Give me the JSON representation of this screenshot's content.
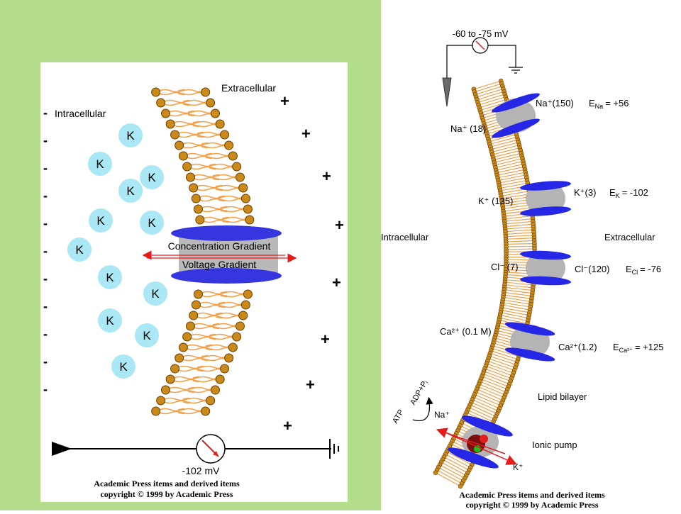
{
  "left": {
    "intracellular": "Intracellular",
    "extracellular": "Extracellular",
    "ion": "K",
    "concentration_gradient": "Concentration Gradient",
    "voltage_gradient": "Voltage Gradient",
    "voltage": "-102 mV",
    "credit_line1": "Academic Press items and derived items",
    "credit_line2": "copyright © 1999 by Academic Press",
    "minus": "-",
    "plus": "+"
  },
  "right": {
    "meter": "-60 to -75 mV",
    "intracellular": "Intracellular",
    "extracellular": "Extracellular",
    "na_out": "Na⁺(150)",
    "na_eq": "E",
    "na_eq_sub": "Na",
    "na_eq_val": "= +56",
    "na_in": "Na⁺ (18)",
    "k_out": "K⁺(3)",
    "k_eq": "E",
    "k_eq_sub": "K",
    "k_eq_val": "= -102",
    "k_in": "K⁺ (135)",
    "cl_out": "Cl⁻(120)",
    "cl_eq": "E",
    "cl_eq_sub": "Cl",
    "cl_eq_val": "= -76",
    "cl_in": "Cl⁻ (7)",
    "ca_out": "Ca²⁺(1.2)",
    "ca_eq": "E",
    "ca_eq_sub": "Ca²⁺",
    "ca_eq_val": "= +125",
    "ca_in": "Ca²⁺ (0.1 M)",
    "lipid": "Lipid bilayer",
    "pump": "Ionic pump",
    "pump_na": "Na⁺",
    "pump_k": "K⁺",
    "atp": "ATP",
    "adp": "ADP+Pᵢ",
    "credit_line1": "Academic Press items and derived items",
    "credit_line2": "copyright © 1999 by Academic Press"
  },
  "colors": {
    "background_green": "#b5de8c",
    "lipid_head": "#c98a1a",
    "lipid_tail": "#f2a04a",
    "channel_blue": "#2626e6",
    "channel_gray": "#b4b4b4",
    "k_ion": "#a9e8f4",
    "arrow_red": "#e31b1b"
  }
}
